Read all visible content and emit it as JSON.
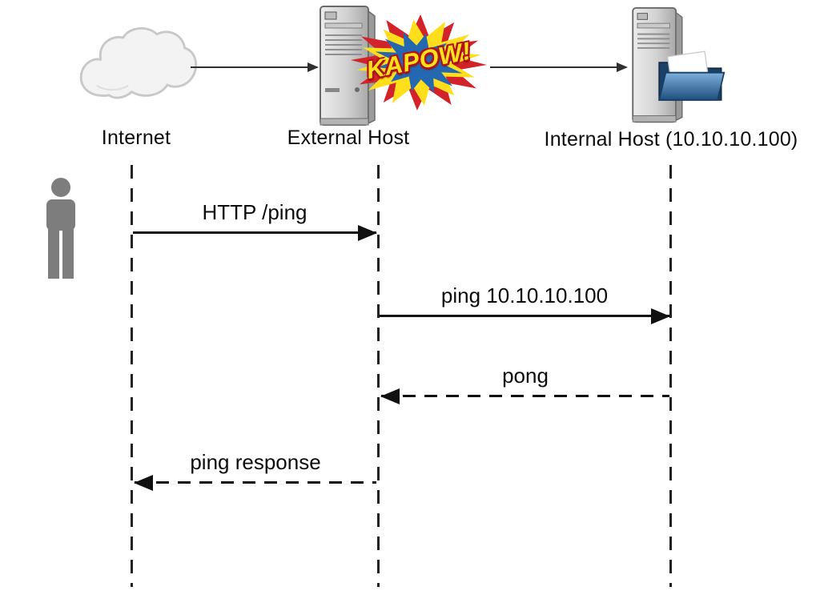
{
  "diagram": {
    "type": "sequence-diagram",
    "actors": [
      {
        "id": "internet",
        "label": "Internet",
        "icon": "cloud-icon"
      },
      {
        "id": "external-host",
        "label": "External Host",
        "icon": "server-tower-icon"
      },
      {
        "id": "internal-host",
        "label": "Internal Host (10.10.10.100)",
        "icon": "server-folder-icon"
      }
    ],
    "kapow": {
      "text": "KAPOW!"
    },
    "actor_links": [
      {
        "from": "internet",
        "to": "external-host",
        "style": "solid"
      },
      {
        "from": "external-host",
        "to": "internal-host",
        "style": "solid"
      }
    ],
    "messages": [
      {
        "label": "HTTP /ping",
        "from": "internet",
        "to": "external-host",
        "style": "solid",
        "direction": "right"
      },
      {
        "label": "ping 10.10.10.100",
        "from": "external-host",
        "to": "internal-host",
        "style": "solid",
        "direction": "right"
      },
      {
        "label": "pong",
        "from": "internal-host",
        "to": "external-host",
        "style": "dashed",
        "direction": "left"
      },
      {
        "label": "ping response",
        "from": "external-host",
        "to": "internet",
        "style": "dashed",
        "direction": "left"
      }
    ],
    "observer": {
      "icon": "person-icon"
    }
  },
  "colors": {
    "line": "#111111",
    "burst_outline": "#d2232a",
    "burst_fill": "#ffdf1b",
    "burst_inner": "#2468b2",
    "folder_blue": "#2e6da4",
    "person_gray": "#7d7d7d",
    "cloud_fill": "#f3f3f3"
  }
}
